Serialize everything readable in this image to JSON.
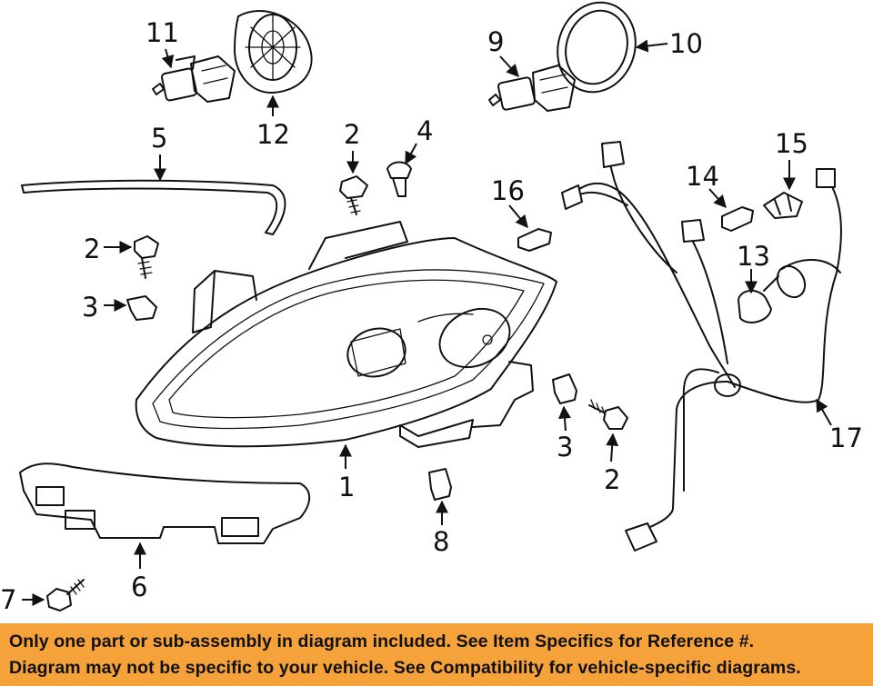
{
  "colors": {
    "banner_bg": "#f5a23a",
    "line": "#111111",
    "background": "#ffffff"
  },
  "callouts": [
    "1",
    "2",
    "2",
    "2",
    "3",
    "3",
    "4",
    "5",
    "6",
    "7",
    "8",
    "9",
    "10",
    "11",
    "12",
    "13",
    "14",
    "15",
    "16",
    "17"
  ],
  "banner": {
    "line1": "Only one part or sub-assembly in diagram included. See Item Specifics for Reference #.",
    "line2": "Diagram may not be specific to your vehicle. See Compatibility for vehicle-specific diagrams."
  }
}
